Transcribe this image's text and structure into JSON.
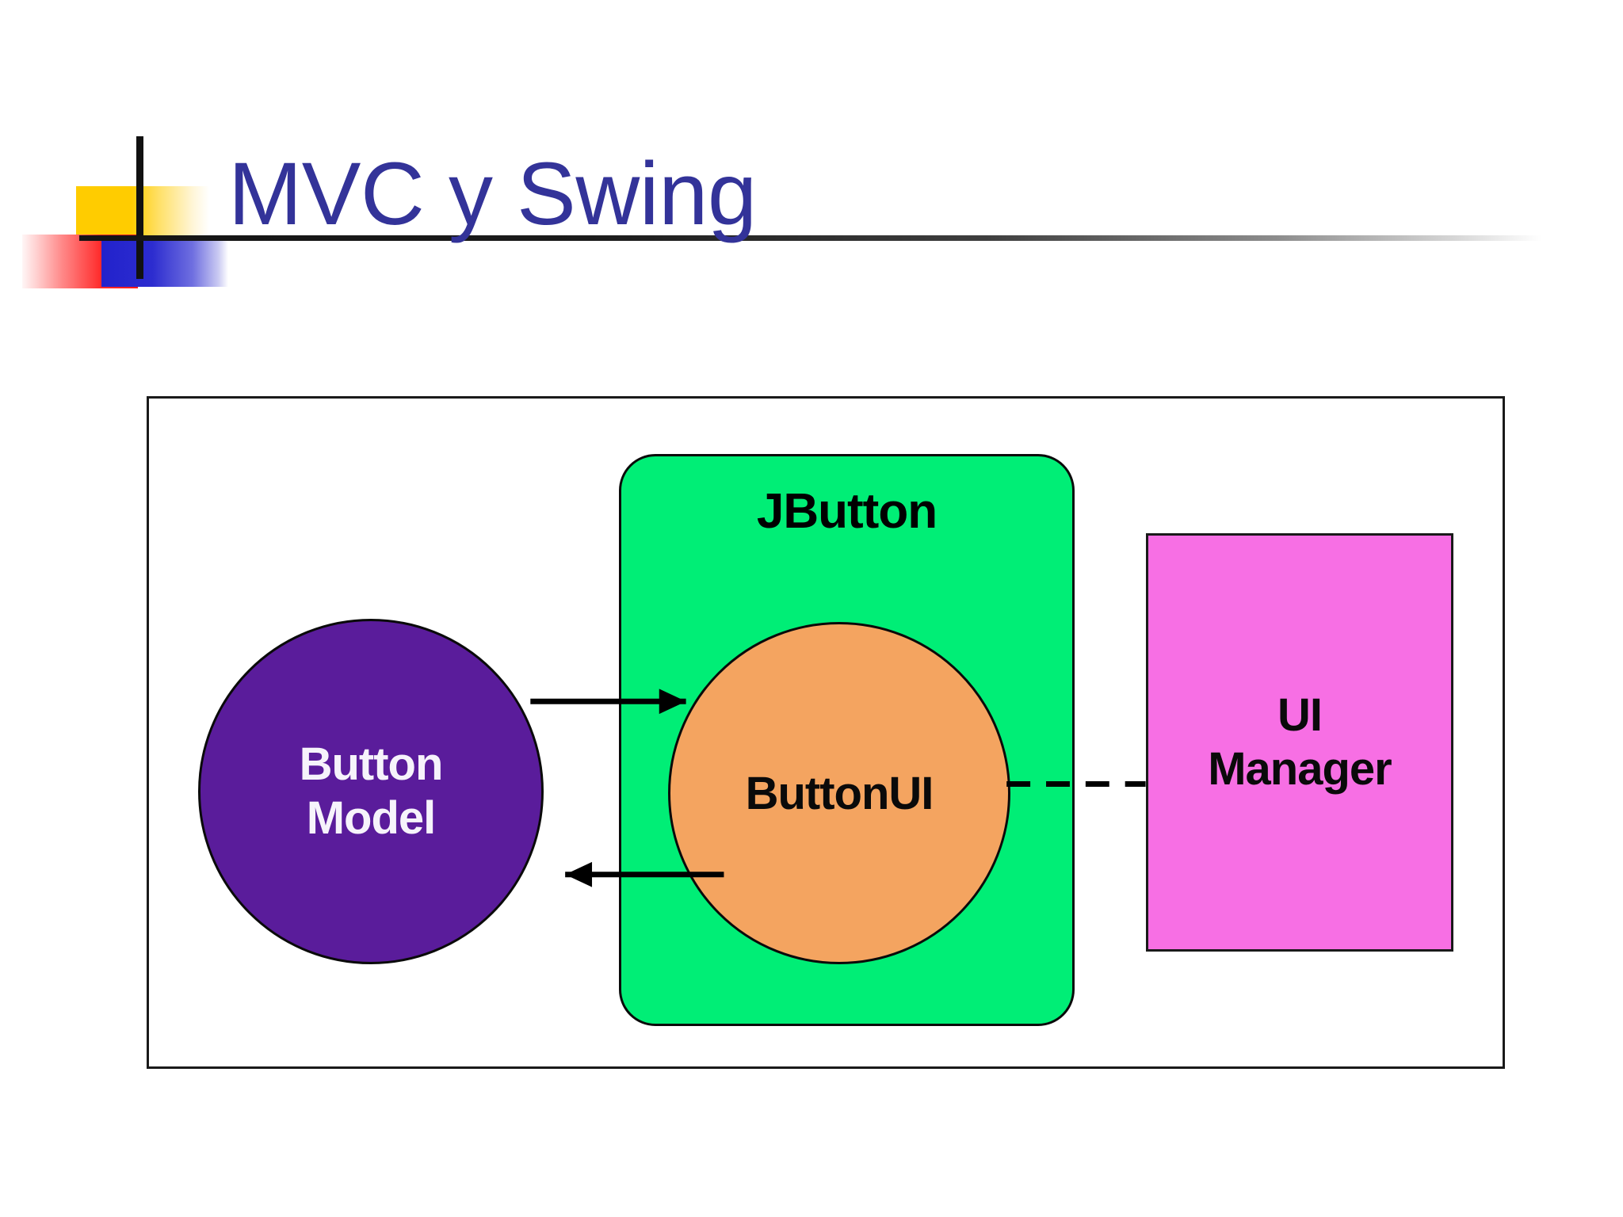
{
  "slide": {
    "title": "MVC y Swing",
    "title_color": "#333399",
    "decoration": {
      "yellow_color": "#FFCC00",
      "red_color": "#FF1A1A",
      "blue_color": "#2222CC",
      "rule_color": "#141414"
    }
  },
  "diagram": {
    "border_color": "#1a1a1a",
    "jbutton": {
      "label": "JButton",
      "fill": "#00EE76",
      "stroke": "#0a0a0a"
    },
    "button_model": {
      "line1": "Button",
      "line2": "Model",
      "fill": "#5A1C9B",
      "text_color": "#F6F3FB"
    },
    "button_ui": {
      "label": "ButtonUI",
      "fill": "#F4A460",
      "text_color": "#0a0a0a"
    },
    "ui_manager": {
      "line1": "UI",
      "line2": "Manager",
      "fill": "#F76FE4",
      "text_color": "#0a0a0a"
    },
    "connectors": {
      "arrow_model_to_ui": "solid-arrow-right",
      "arrow_ui_to_model": "solid-arrow-left",
      "link_ui_to_manager": "dashed-line"
    }
  }
}
